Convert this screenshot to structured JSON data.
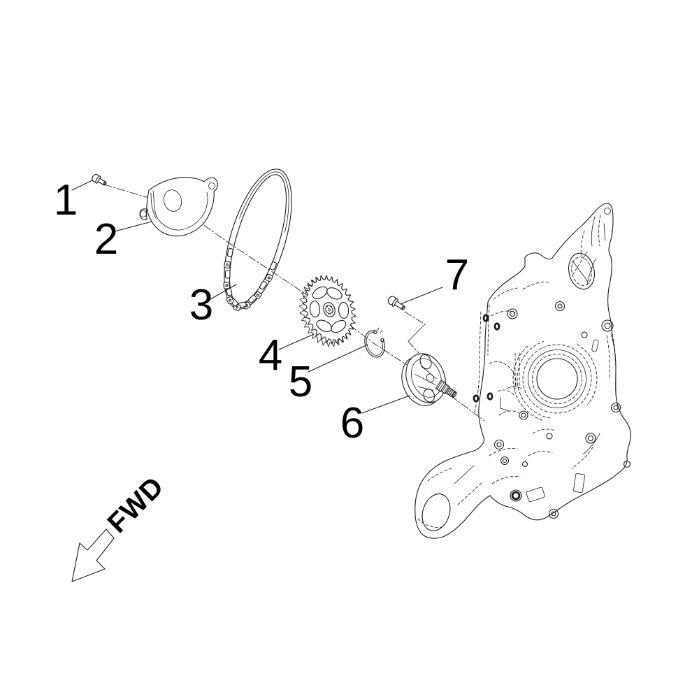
{
  "diagram": {
    "background_color": "#ffffff",
    "line_color": "#1a1a1a",
    "callouts": [
      {
        "label": "1"
      },
      {
        "label": "2"
      },
      {
        "label": "3"
      },
      {
        "label": "4"
      },
      {
        "label": "5"
      },
      {
        "label": "6"
      },
      {
        "label": "7"
      }
    ],
    "direction_indicator": {
      "label": "FWD"
    }
  }
}
